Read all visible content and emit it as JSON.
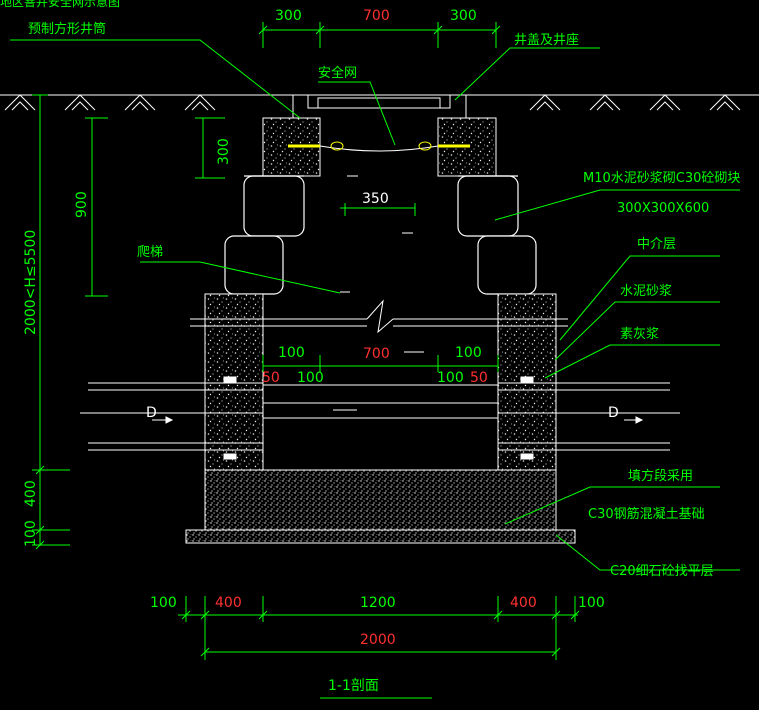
{
  "labels": {
    "top_cut": "地区窨井安全网示意图",
    "precast_shaft": "预制方形井筒",
    "cover_seat": "井盖及井座",
    "safety_net": "安全网",
    "brick_block": "M10水泥砂浆砌C30砼砌块",
    "block_size": "300X300X600",
    "ladder": "爬梯",
    "middle_layer": "中介层",
    "cement_mortar": "水泥砂浆",
    "plain_ash": "素灰浆",
    "backfill": "填方段采用",
    "c30_base": "C30钢筋混凝土基础",
    "c20_level": "C20细石砼找平层",
    "section_title": "1-1剖面",
    "flow_left": "D",
    "flow_right": "D"
  },
  "dims": {
    "top_300_left": "300",
    "top_700": "700",
    "top_300_right": "300",
    "v_300": "300",
    "v_900": "900",
    "h_350": "350",
    "v_range": "2000<H≤5500",
    "inner_100_l": "100",
    "inner_700": "700",
    "inner_100_r": "100",
    "inner_50_l": "50",
    "inner_100_l2": "100",
    "inner_100_r2": "100",
    "inner_50_r": "50",
    "v_400": "400",
    "v_100": "100",
    "bot_100_l": "100",
    "bot_400_l": "400",
    "bot_1200": "1200",
    "bot_400_r": "400",
    "bot_100_r": "100",
    "bot_2000": "2000"
  },
  "colors": {
    "background": "#000000",
    "structure": "#ffffff",
    "dimension": "#00ff00",
    "accent_red": "#ff3030",
    "net": "#ffff00"
  }
}
